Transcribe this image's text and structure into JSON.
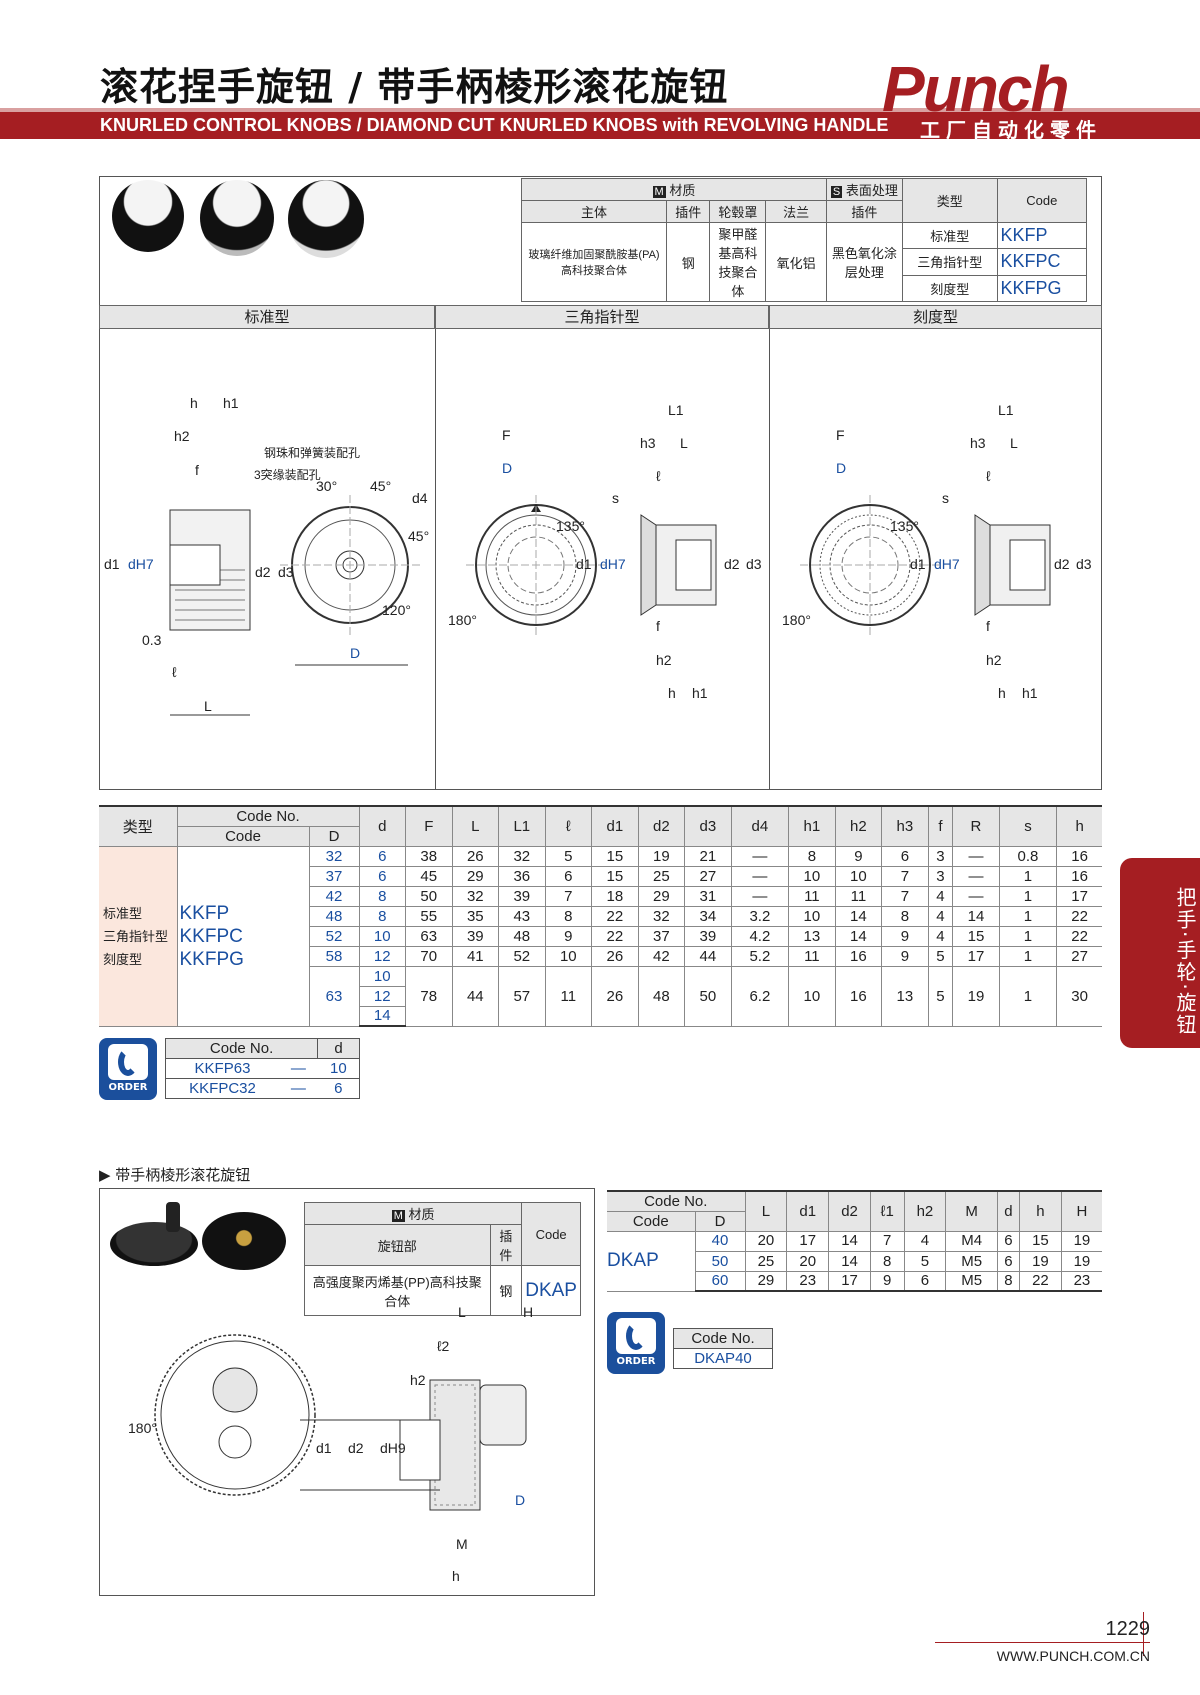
{
  "header": {
    "title_cn": "滚花捏手旋钮 / 带手柄棱形滚花旋钮",
    "title_en": "KNURLED CONTROL KNOBS / DIAMOND CUT KNURLED KNOBS with REVOLVING HANDLE",
    "brand": "Punch",
    "brand_sub": "工厂自动化零件"
  },
  "side_tab": "把手·手轮·旋钮",
  "material_table": {
    "m_label": "材质",
    "s_label": "表面处理",
    "cols": [
      "主体",
      "插件",
      "轮毂罩",
      "法兰",
      "插件"
    ],
    "values": [
      "玻璃纤维加固聚酰胺基(PA)高科技聚合体",
      "钢",
      "聚甲醛基高科技聚合体",
      "氧化铝",
      "黑色氧化涂层处理"
    ],
    "type_header": "类型",
    "code_header": "Code",
    "rows": [
      {
        "type": "标准型",
        "code": "KKFP"
      },
      {
        "type": "三角指针型",
        "code": "KKFPC"
      },
      {
        "type": "刻度型",
        "code": "KKFPG"
      }
    ]
  },
  "drawing_tabs": [
    "标准型",
    "三角指针型",
    "刻度型"
  ],
  "drawing_labels": {
    "std": [
      "h",
      "h1",
      "h2",
      "f",
      "钢珠和弹簧装配孔",
      "3突缘装配孔",
      "30°",
      "45°",
      "d4",
      "45°",
      "d1",
      "dH7",
      "d2",
      "d3",
      "120°",
      "0.3",
      "ℓ",
      "L",
      "D"
    ],
    "tri": [
      "F",
      "D",
      "135°",
      "180°",
      "L1",
      "h3",
      "L",
      "s",
      "ℓ",
      "d1",
      "dH7",
      "d2",
      "d3",
      "f",
      "h2",
      "h",
      "h1"
    ],
    "grad": [
      "F",
      "D",
      "135°",
      "180°",
      "L1",
      "h3",
      "L",
      "s",
      "ℓ",
      "d1",
      "dH7",
      "d2",
      "d3",
      "f",
      "h2",
      "h",
      "h1"
    ]
  },
  "spec": {
    "header_type": "类型",
    "header_codeno": "Code No.",
    "header_code": "Code",
    "header_D": "D",
    "cols": [
      "d",
      "F",
      "L",
      "L1",
      "ℓ",
      "d1",
      "d2",
      "d3",
      "d4",
      "h1",
      "h2",
      "h3",
      "f",
      "R",
      "s",
      "h"
    ],
    "types": [
      "标准型",
      "三角指针型",
      "刻度型"
    ],
    "codes": [
      "KKFP",
      "KKFPC",
      "KKFPG"
    ],
    "rows": [
      {
        "D": "32",
        "d": [
          "6"
        ],
        "v": [
          "38",
          "26",
          "32",
          "5",
          "15",
          "19",
          "21",
          "—",
          "8",
          "9",
          "6",
          "3",
          "—",
          "0.8",
          "16"
        ]
      },
      {
        "D": "37",
        "d": [
          "6"
        ],
        "v": [
          "45",
          "29",
          "36",
          "6",
          "15",
          "25",
          "27",
          "—",
          "10",
          "10",
          "7",
          "3",
          "—",
          "1",
          "16"
        ]
      },
      {
        "D": "42",
        "d": [
          "8"
        ],
        "v": [
          "50",
          "32",
          "39",
          "7",
          "18",
          "29",
          "31",
          "—",
          "11",
          "11",
          "7",
          "4",
          "—",
          "1",
          "17"
        ]
      },
      {
        "D": "48",
        "d": [
          "8"
        ],
        "v": [
          "55",
          "35",
          "43",
          "8",
          "22",
          "32",
          "34",
          "3.2",
          "10",
          "14",
          "8",
          "4",
          "14",
          "1",
          "22"
        ]
      },
      {
        "D": "52",
        "d": [
          "10"
        ],
        "v": [
          "63",
          "39",
          "48",
          "9",
          "22",
          "37",
          "39",
          "4.2",
          "13",
          "14",
          "9",
          "4",
          "15",
          "1",
          "22"
        ]
      },
      {
        "D": "58",
        "d": [
          "12"
        ],
        "v": [
          "70",
          "41",
          "52",
          "10",
          "26",
          "42",
          "44",
          "5.2",
          "11",
          "16",
          "9",
          "5",
          "17",
          "1",
          "27"
        ]
      },
      {
        "D": "63",
        "d": [
          "10",
          "12",
          "14"
        ],
        "v": [
          "78",
          "44",
          "57",
          "11",
          "26",
          "48",
          "50",
          "6.2",
          "10",
          "16",
          "13",
          "5",
          "19",
          "1",
          "30"
        ]
      }
    ]
  },
  "order1": {
    "label": "ORDER",
    "h1": "Code No.",
    "h2": "d",
    "rows": [
      {
        "code": "KKFP63",
        "dash": "—",
        "d": "10"
      },
      {
        "code": "KKFPC32",
        "dash": "—",
        "d": "6"
      }
    ]
  },
  "section2": {
    "title": "▶ 带手柄棱形滚花旋钮",
    "m_label": "材质",
    "cols": [
      "旋钮部",
      "插件"
    ],
    "values": [
      "高强度聚丙烯基(PP)高科技聚合体",
      "钢"
    ],
    "code_header": "Code",
    "code": "DKAP",
    "spec_cols": [
      "L",
      "d1",
      "d2",
      "ℓ1",
      "h2",
      "M",
      "d",
      "h",
      "H"
    ],
    "codeno": "Code No.",
    "code_h": "Code",
    "D_h": "D",
    "rows": [
      {
        "D": "40",
        "v": [
          "20",
          "17",
          "14",
          "7",
          "4",
          "M4",
          "6",
          "15",
          "19"
        ]
      },
      {
        "D": "50",
        "v": [
          "25",
          "20",
          "14",
          "8",
          "5",
          "M5",
          "6",
          "19",
          "19"
        ]
      },
      {
        "D": "60",
        "v": [
          "29",
          "23",
          "17",
          "9",
          "6",
          "M5",
          "8",
          "22",
          "23"
        ]
      }
    ],
    "drawing_labels": [
      "L",
      "H",
      "ℓ2",
      "h2",
      "180°",
      "d1",
      "d2",
      "dH9",
      "D",
      "M",
      "h"
    ],
    "order_label": "ORDER",
    "order_h": "Code No.",
    "order_code": "DKAP40"
  },
  "footer": {
    "page": "1229",
    "url": "WWW.PUNCH.COM.CN"
  }
}
